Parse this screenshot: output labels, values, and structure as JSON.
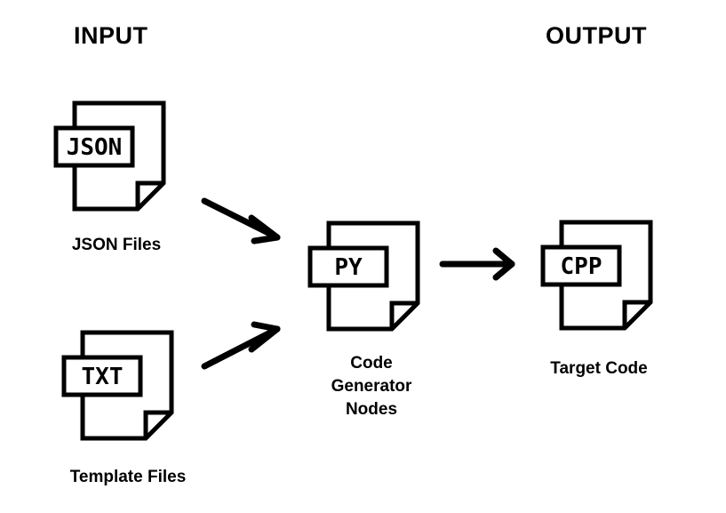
{
  "headings": {
    "input": "INPUT",
    "output": "OUTPUT"
  },
  "nodes": {
    "json": {
      "tag": "JSON",
      "caption": "JSON Files"
    },
    "txt": {
      "tag": "TXT",
      "caption": "Template Files"
    },
    "py": {
      "tag": "PY",
      "caption_lines": [
        "Code",
        "Generator",
        "Nodes"
      ]
    },
    "cpp": {
      "tag": "CPP",
      "caption": "Target Code"
    }
  },
  "icons": {
    "json": "file-json-icon",
    "txt": "file-txt-icon",
    "py": "file-py-icon",
    "cpp": "file-cpp-icon"
  },
  "colors": {
    "stroke": "#000000",
    "fill": "#ffffff"
  }
}
